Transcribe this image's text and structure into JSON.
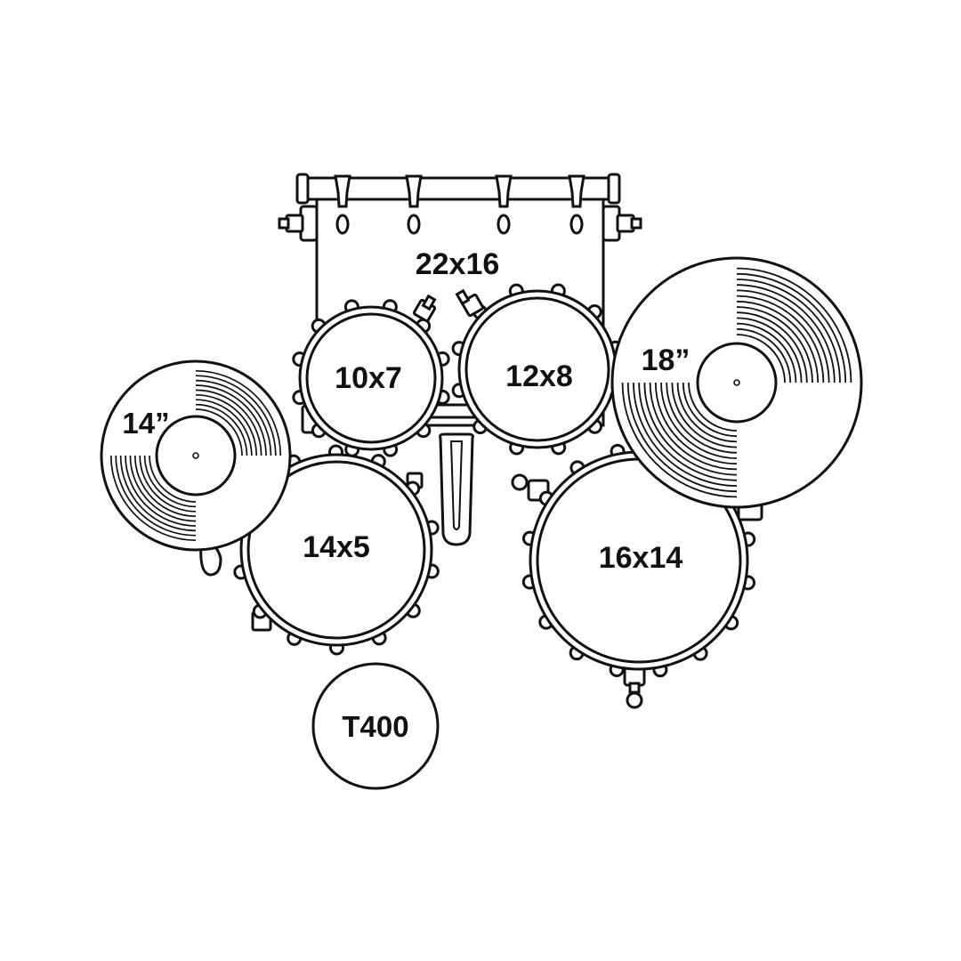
{
  "colors": {
    "line": "#111111",
    "background": "#ffffff"
  },
  "kit": {
    "bass_drum": {
      "label": "22x16"
    },
    "tom_1": {
      "label": "10x7"
    },
    "tom_2": {
      "label": "12x8"
    },
    "snare": {
      "label": "14x5"
    },
    "floor_tom": {
      "label": "16x14"
    },
    "hihat": {
      "label": "14”"
    },
    "ride_cymbal": {
      "label": "18”"
    },
    "throne": {
      "label": "T400"
    }
  }
}
